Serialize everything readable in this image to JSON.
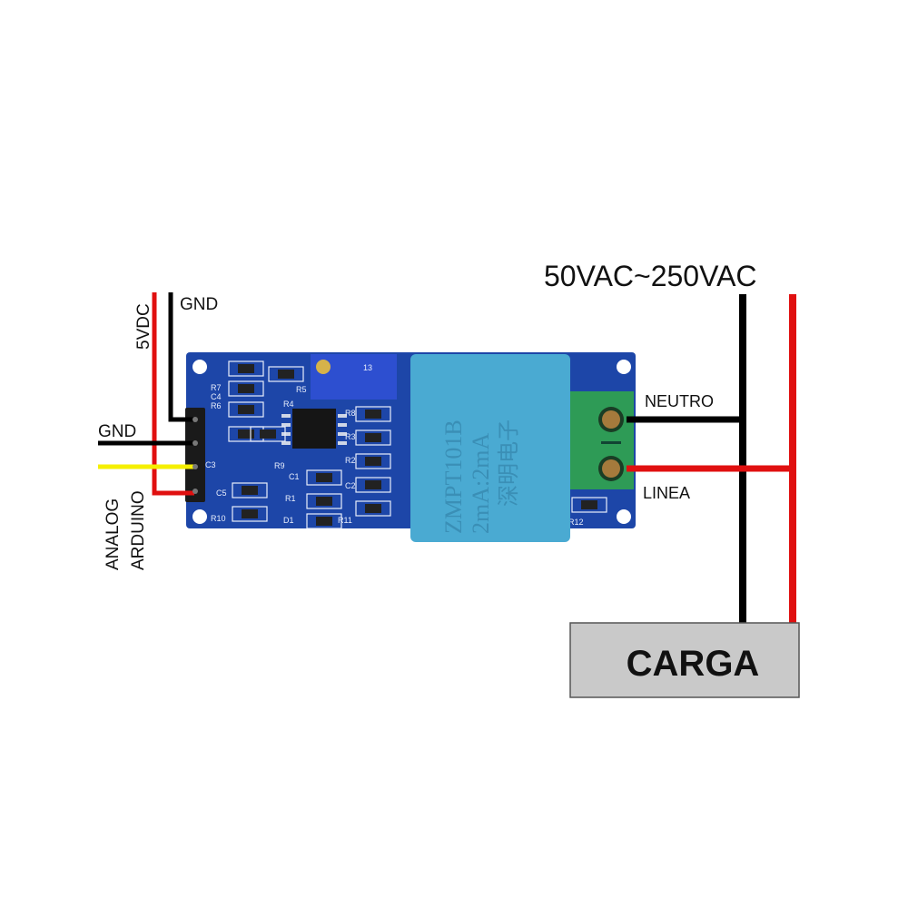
{
  "title": "50VAC~250VAC",
  "labels": {
    "vcc": "5VDC",
    "gnd_top": "GND",
    "gnd_left": "GND",
    "analog": "ANALOG",
    "arduino": "ARDUINO",
    "neutro": "NEUTRO",
    "linea": "LINEA",
    "carga": "CARGA"
  },
  "transformer": {
    "model": "ZMPT101B",
    "ratio": "2mA:2mA",
    "maker": "深明电子"
  },
  "silkscreen": [
    "R7",
    "C4",
    "R6",
    "R5",
    "R4",
    "R8",
    "R3",
    "R2",
    "C1",
    "C2",
    "C3",
    "C5",
    "R9",
    "R1",
    "R10",
    "D1",
    "R11",
    "R12",
    "13"
  ],
  "colors": {
    "pcb": "#1d46a8",
    "transformer": "#4aaad2",
    "terminal": "#2e9b56",
    "wire_red": "#e01010",
    "wire_black": "#000000",
    "wire_yellow": "#f5ef00",
    "load_box": "#c9c9c9"
  }
}
